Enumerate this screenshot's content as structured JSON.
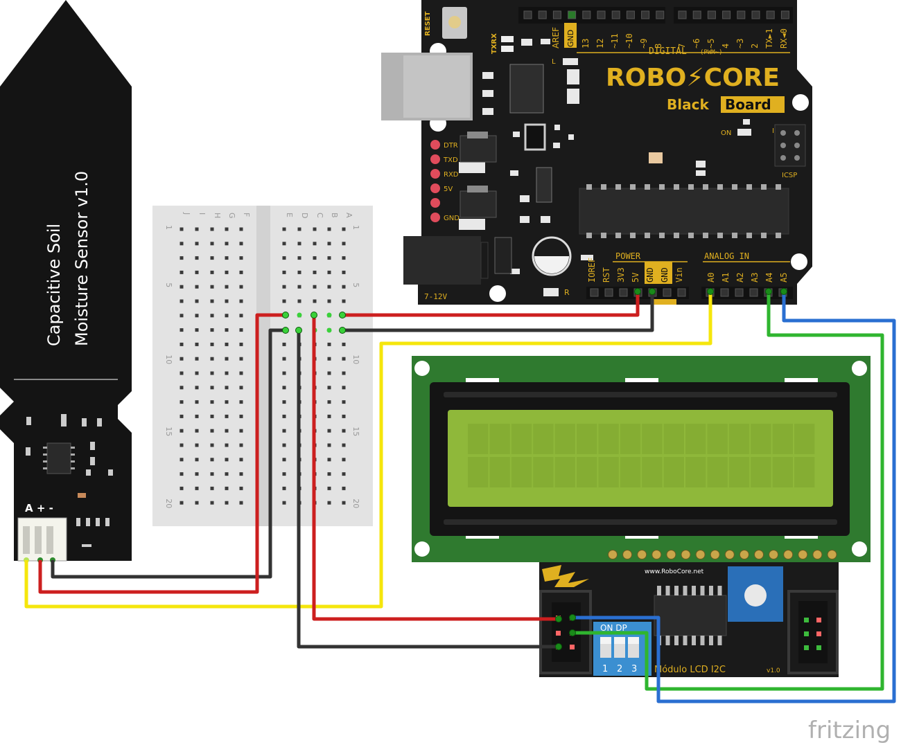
{
  "sensor": {
    "label_line1": "Capacitive Soil",
    "label_line2": "Moisture Sensor v1.0",
    "pin_labels": "A + -",
    "side_label": "A"
  },
  "breadboard": {
    "left_cols": [
      "J",
      "I",
      "H",
      "G",
      "F"
    ],
    "right_cols": [
      "E",
      "D",
      "C",
      "B",
      "A"
    ],
    "row_numbers": [
      "1",
      "5",
      "10",
      "15",
      "20"
    ]
  },
  "arduino": {
    "reset_label": "RESET",
    "txrx_label": "TXRX",
    "aref_label": "AREF",
    "gnd_top_label": "GND",
    "digital_pins": [
      "13",
      "12",
      "~11",
      "~10",
      "~9",
      "8",
      "7",
      "~6",
      "~5",
      "4",
      "~3",
      "2",
      "TX►1",
      "RX◄0"
    ],
    "digital_label": "DIGITAL",
    "pwm_label": "(PWM~)",
    "l_label": "L",
    "brand": "ROBO⚡CORE",
    "model_left": "Black",
    "model_right": "Board",
    "on_label": "ON",
    "icsp_label": "ICSP",
    "leds": [
      "DTR",
      "TXD",
      "RXD",
      "5V",
      "",
      "GND"
    ],
    "power_label": "POWER",
    "analog_label": "ANALOG IN",
    "power_pins": [
      "IOREF",
      "RST",
      "3V3",
      "5V",
      "GND",
      "GND",
      "Vin"
    ],
    "analog_pins": [
      "A0",
      "A1",
      "A2",
      "A3",
      "A4",
      "A5"
    ],
    "jack_label": "7-12V",
    "r_label": "R"
  },
  "lcd": {
    "cols": 16,
    "rows": 2
  },
  "i2c": {
    "url": "www.RoboCore.net",
    "switch_label": "ON DP",
    "switch_numbers": [
      "1",
      "2",
      "3"
    ],
    "module_label": "Módulo LCD I2C",
    "version": "v1.0"
  },
  "watermark": "fritzing",
  "colors": {
    "red": "#cc1f1f",
    "black": "#333333",
    "yellow": "#f5e60c",
    "green": "#2fb52f",
    "blue": "#2a6fd1",
    "board": "#1a1a1a",
    "lcd_pcb": "#2f7a2f",
    "lcd_screen": "#8fb83a",
    "brand": "#e0b020"
  }
}
